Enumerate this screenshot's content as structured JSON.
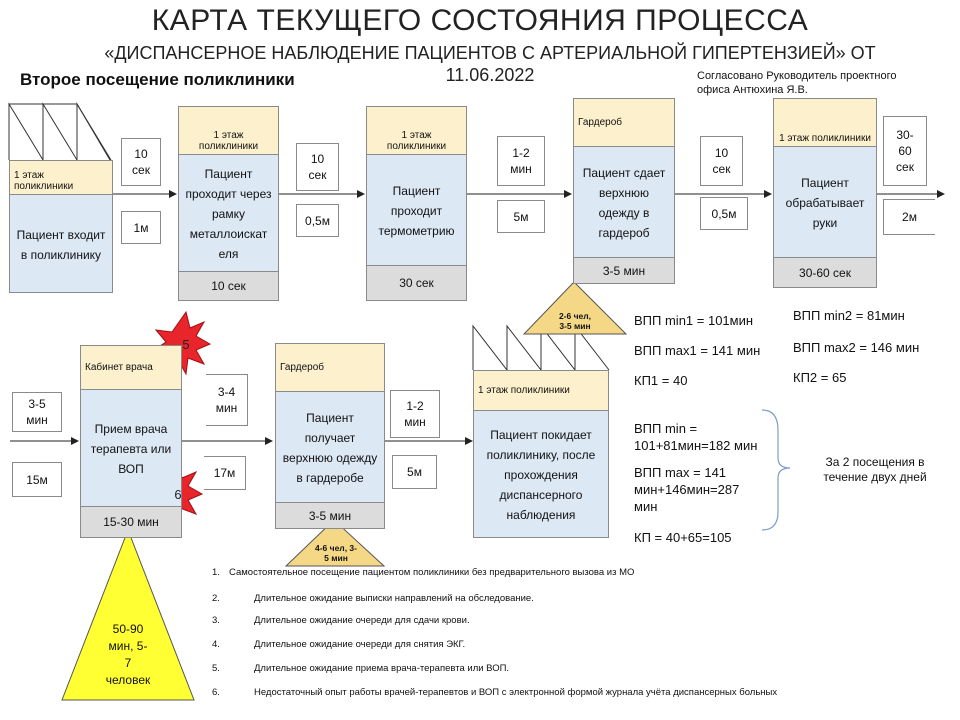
{
  "header": {
    "title": "КАРТА ТЕКУЩЕГО СОСТОЯНИЯ ПРОЦЕССА",
    "subtitle_line1": "«ДИСПАНСЕРНОЕ НАБЛЮДЕНИЕ ПАЦИЕНТОВ С АРТЕРИАЛЬНОЙ ГИПЕРТЕНЗИЕЙ» ОТ",
    "subtitle_line2": "11.06.2022",
    "section": "Второе посещение поликлиники",
    "approved_line1": "Согласовано Руководитель проектного",
    "approved_line2": "офиса Антюхина Я.В."
  },
  "row1": {
    "entrance": {
      "head_line1": "1 этаж",
      "head_line2": "поликлиники",
      "main": "Пациент входит в поликлинику"
    },
    "t1": {
      "line1": "10",
      "line2": "сек",
      "dist": "1м"
    },
    "frame": {
      "head": "1 этаж поликлиники",
      "main": "Пациент проходит через рамку металлоискат еля",
      "foot": "10 сек"
    },
    "t2": {
      "line1": "10",
      "line2": "сек",
      "dist": "0,5м"
    },
    "thermo": {
      "head": "1 этаж поликлиники",
      "main": "Пациент проходит термометрию",
      "foot": "30 сек"
    },
    "t3": {
      "line1": "1-2",
      "line2": "мин",
      "dist": "5м"
    },
    "wardrobe1": {
      "head": "Гардероб",
      "main": "Пациент сдает верхнюю одежду в гардероб",
      "foot": "3-5 мин",
      "queue_line1": "2-6 чел,",
      "queue_line2": "3-5 мин"
    },
    "t4": {
      "line1": "10",
      "line2": "сек",
      "dist": "0,5м"
    },
    "hands": {
      "head": "1 этаж поликлиники",
      "main": "Пациент обрабатывает руки",
      "foot": "30-60 сек"
    },
    "t5": {
      "line1": "30-",
      "line2": "60",
      "line3": "сек",
      "dist": "2м"
    }
  },
  "row2": {
    "t6": {
      "line1": "3-5",
      "line2": "мин",
      "dist": "15м"
    },
    "doctor": {
      "head": "Кабинет врача",
      "main": "Прием врача терапевта или ВОП",
      "foot": "15-30 мин",
      "burst_top": "5",
      "burst_bottom": "6"
    },
    "t7": {
      "line1": "3-4",
      "line2": "мин",
      "dist": "17м"
    },
    "wardrobe2": {
      "head": "Гардероб",
      "main": "Пациент получает верхнюю одежду в гардеробе",
      "foot": "3-5 мин",
      "queue_line1": "4-6 чел, 3-",
      "queue_line2": "5 мин"
    },
    "t8": {
      "line1": "1-2",
      "line2": "мин",
      "dist": "5м"
    },
    "exit": {
      "head": "1 этаж поликлиники",
      "main": "Пациент покидает поликлинику, после прохождения диспансерного наблюдения"
    },
    "big_queue": {
      "line1": "50-90",
      "line2": "мин, 5-",
      "line3": "7",
      "line4": "человек"
    }
  },
  "metrics": {
    "vpp_min1": "ВПП min1 = 101мин",
    "vpp_max1": "ВПП max1 = 141 мин",
    "kp1": "КП1 = 40",
    "vpp_min2": "ВПП min2 = 81мин",
    "vpp_max2": "ВПП max2 = 146 мин",
    "kp2": "КП2 = 65",
    "vpp_min_a": "ВПП min =",
    "vpp_min_b": "101+81мин=182 мин",
    "vpp_max_a": "ВПП max = 141",
    "vpp_max_b": "мин+146мин=287",
    "vpp_max_c": "мин",
    "kp_total": "КП = 40+65=105",
    "two_visits_line1": "За 2 посещения в",
    "two_visits_line2": "течение двух дней"
  },
  "notes": [
    {
      "num": "1.",
      "text": "Самостоятельное посещение пациентом поликлиники без предварительного вызова из МО"
    },
    {
      "num": "2.",
      "text": "Длительное ожидание выписки направлений на обследование."
    },
    {
      "num": "3.",
      "text": "Длительное ожидание очереди для сдачи крови."
    },
    {
      "num": "4.",
      "text": "Длительное ожидание очереди для снятия ЭКГ."
    },
    {
      "num": "5.",
      "text": "Длительное ожидание приема врача-терапевта или ВОП."
    },
    {
      "num": "6.",
      "text": "Недостаточный опыт работы врачей-терапевтов и ВОП с электронной формой журнала учёта диспансерных больных"
    }
  ],
  "colors": {
    "block_fill": "#dde8f5",
    "head_fill": "#fdf1cd",
    "foot_fill": "#dcdcdc",
    "queue_fill": "#f5d886",
    "big_queue_fill": "#ffff33",
    "burst_fill": "#e8252a"
  }
}
